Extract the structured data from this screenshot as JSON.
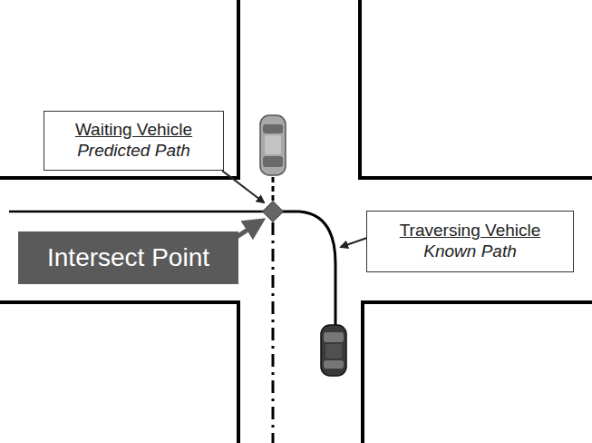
{
  "diagram": {
    "nodes": [
      {
        "text": [
          "Waiting Vehicle",
          "Predicted Path"
        ]
      },
      {
        "text": [
          "Intersect Point"
        ]
      },
      {
        "text": [
          "Traversing Vehicle",
          "Known Path"
        ]
      }
    ]
  }
}
